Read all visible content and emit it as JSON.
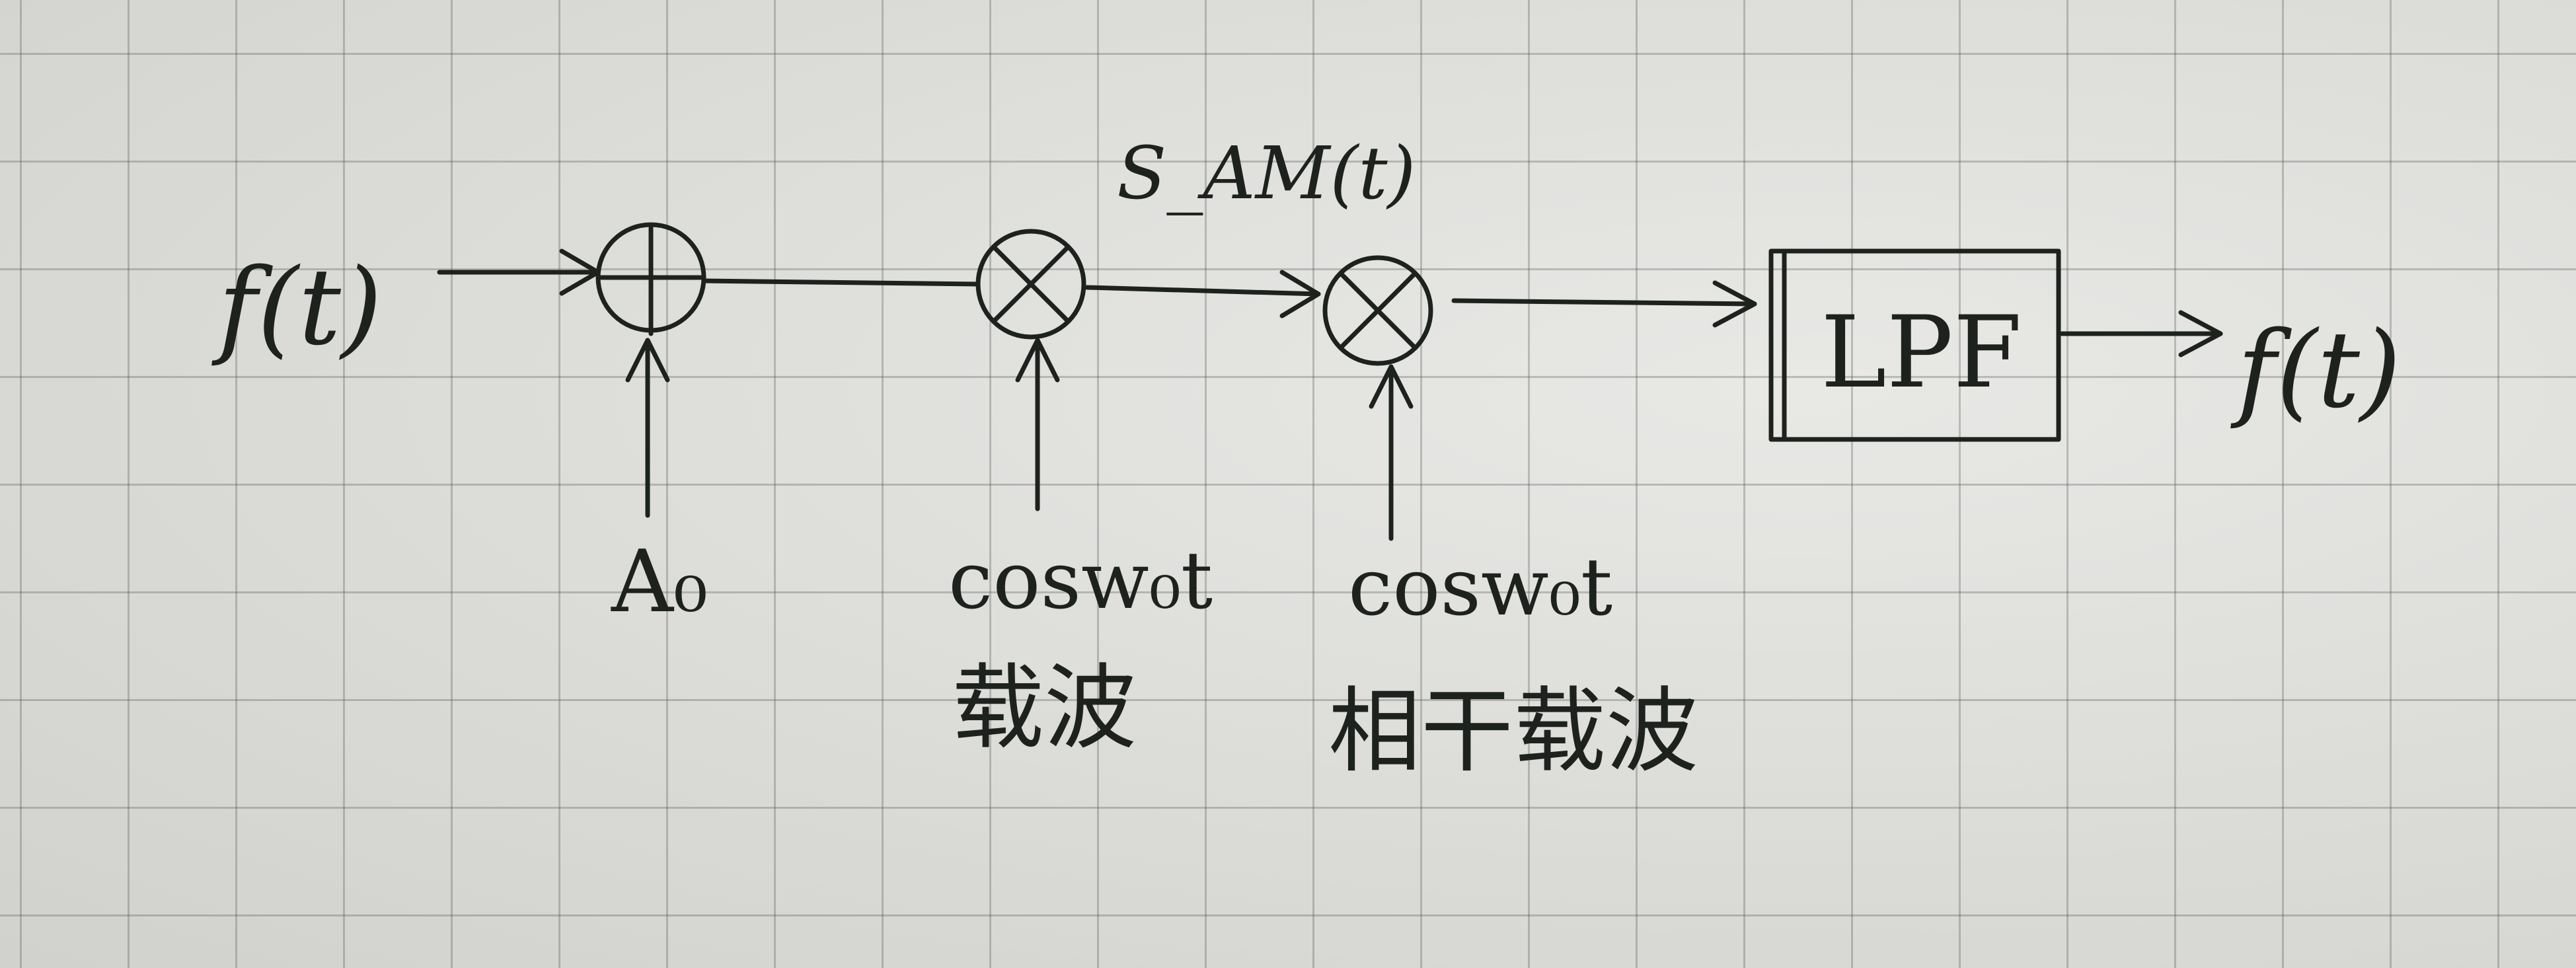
{
  "diagram": {
    "input_label": "f(t)",
    "dc_label": "A₀",
    "am_signal_label": "S_AM(t)",
    "carrier_expr": "cosw₀t",
    "carrier_caption": "载波",
    "coherent_expr": "cosw₀t",
    "coherent_caption": "相干载波",
    "filter_label": "LPF",
    "output_label": "f(t)"
  }
}
